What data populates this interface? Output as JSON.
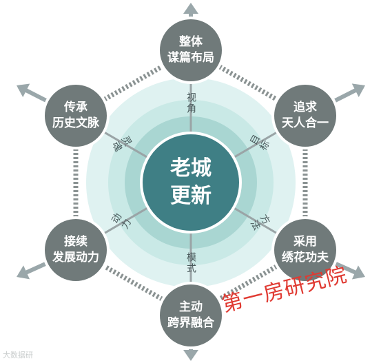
{
  "center": {
    "line1": "老城",
    "line2": "更新"
  },
  "nodes": [
    {
      "key": "top",
      "line1": "整体",
      "line2": "谋篇布局"
    },
    {
      "key": "top-right",
      "line1": "追求",
      "line2": "天人合一"
    },
    {
      "key": "bottom-right",
      "line1": "采用",
      "line2": "绣花功夫"
    },
    {
      "key": "bottom",
      "line1": "主动",
      "line2": "跨界融合"
    },
    {
      "key": "bottom-left",
      "line1": "接续",
      "line2": "发展动力"
    },
    {
      "key": "top-left",
      "line1": "传承",
      "line2": "历史文脉"
    }
  ],
  "spokes": [
    {
      "key": "top",
      "label": "视角"
    },
    {
      "key": "top-right",
      "label": "目标"
    },
    {
      "key": "bottom-right",
      "label": "方法"
    },
    {
      "key": "bottom",
      "label": "模式"
    },
    {
      "key": "bottom-left",
      "label": "动力"
    },
    {
      "key": "top-left",
      "label": "灵魂"
    }
  ],
  "watermark": "第一房研究院",
  "credit": "大数据研",
  "colors": {
    "center_fill": "#3f7f85",
    "node_fill": "#707a7a",
    "ring_outer": "#dff2f1",
    "ring_mid": "#c9e9e6",
    "ring_inner": "#a9d6d2",
    "spoke": "#9aa4a6",
    "dash": "#8a9292",
    "arrow": "#9aa7aa"
  }
}
